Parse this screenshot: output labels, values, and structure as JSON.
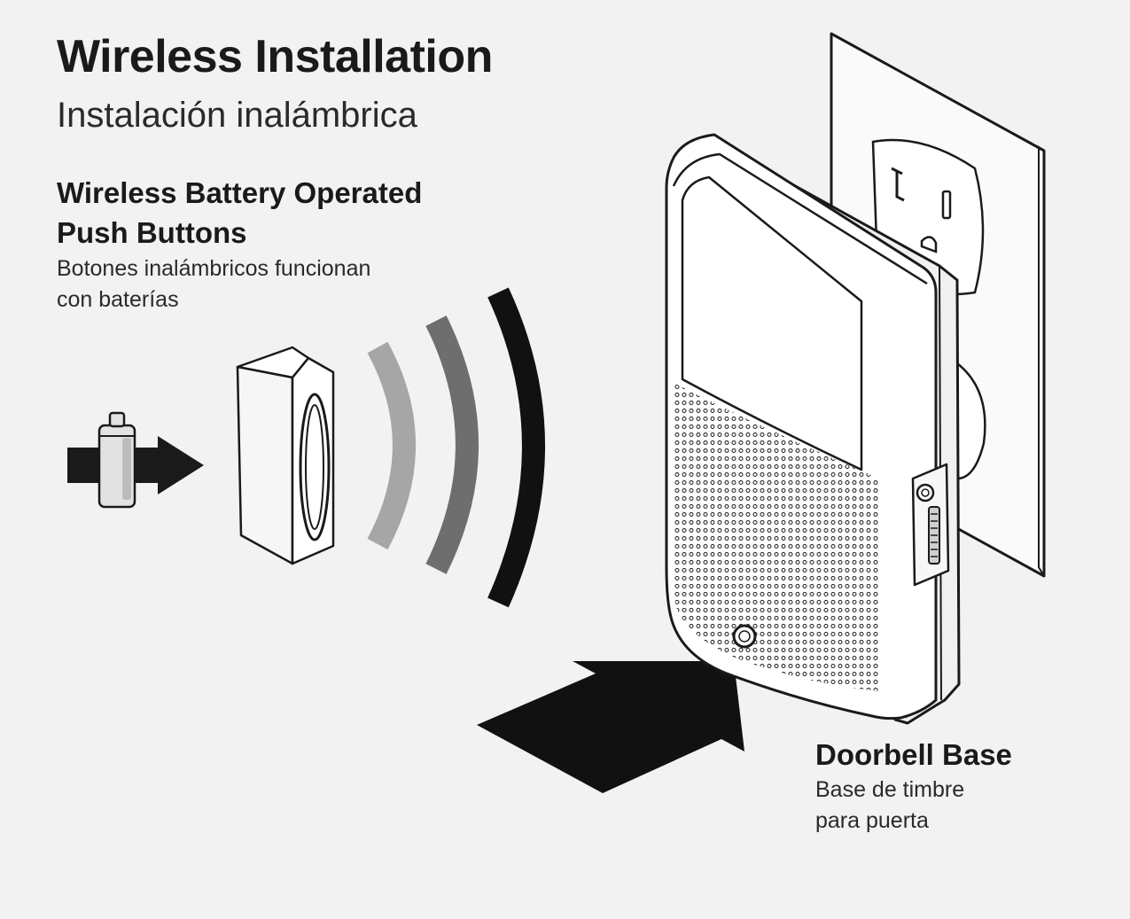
{
  "header": {
    "title": "Wireless Installation",
    "subtitle": "Instalación inalámbrica"
  },
  "push_buttons": {
    "label_line1": "Wireless Battery Operated",
    "label_line2": "Push Buttons",
    "label_es_line1": "Botones inalámbricos funcionan",
    "label_es_line2": "con baterías"
  },
  "doorbell_base": {
    "label": "Doorbell Base",
    "label_es_line1": "Base de timbre",
    "label_es_line2": "para puerta"
  },
  "colors": {
    "background": "#f2f2f2",
    "ink": "#1a1a1a",
    "signal_light": "#a6a6a6",
    "signal_mid": "#6e6e6e",
    "signal_dark": "#111111"
  },
  "icons": [
    "battery-icon",
    "push-button-icon",
    "wireless-signal-icon",
    "doorbell-base-icon",
    "wall-outlet-icon",
    "arrow-icon"
  ]
}
